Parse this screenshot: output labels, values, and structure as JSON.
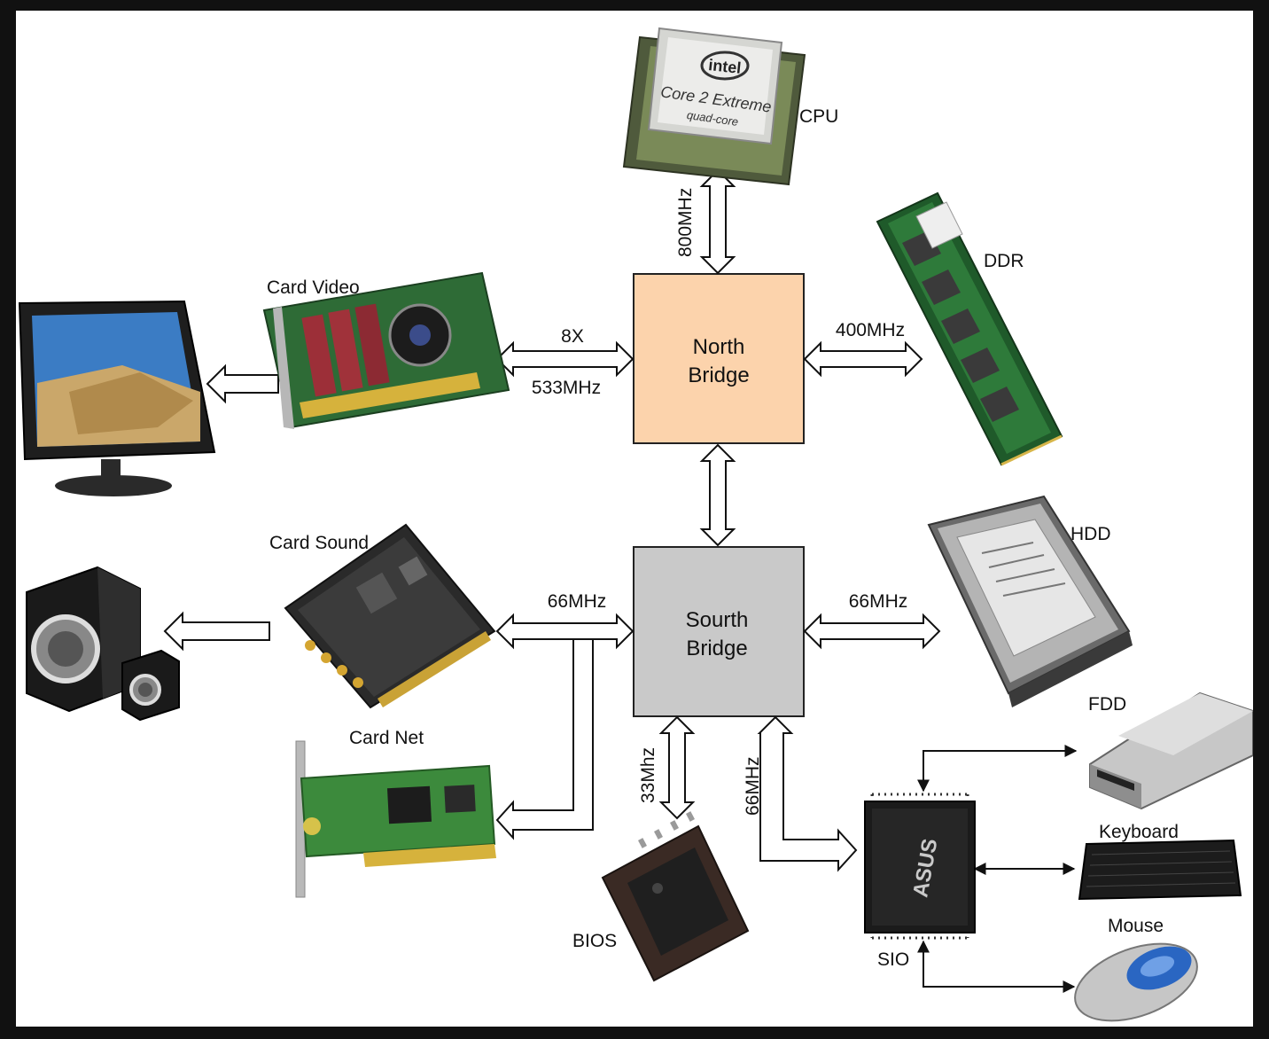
{
  "colors": {
    "north_bridge_fill": "#fcd3ac",
    "south_bridge_fill": "#c9c9c9",
    "box_stroke": "#222222",
    "arrow_stroke": "#111111",
    "background": "#ffffff",
    "frame": "#111111"
  },
  "hubs": {
    "north": {
      "line1": "North",
      "line2": "Bridge"
    },
    "south": {
      "line1": "Sourth",
      "line2": "Bridge"
    }
  },
  "components": {
    "cpu": {
      "label": "CPU",
      "icon": "cpu-chip-icon",
      "chip_brand": "intel",
      "chip_model": "Core 2 Extreme",
      "chip_sub": "quad-core"
    },
    "ddr": {
      "label": "DDR",
      "icon": "ram-module-icon"
    },
    "video": {
      "label": "Card Video",
      "icon": "graphics-card-icon"
    },
    "monitor": {
      "icon": "monitor-icon"
    },
    "sound": {
      "label": "Card Sound",
      "icon": "sound-card-icon"
    },
    "speakers": {
      "icon": "speakers-icon"
    },
    "net": {
      "label": "Card Net",
      "icon": "network-card-icon"
    },
    "hdd": {
      "label": "HDD",
      "icon": "hard-disk-icon"
    },
    "fdd": {
      "label": "FDD",
      "icon": "floppy-drive-icon"
    },
    "keyboard": {
      "label": "Keyboard",
      "icon": "keyboard-icon"
    },
    "mouse": {
      "label": "Mouse",
      "icon": "mouse-icon"
    },
    "bios": {
      "label": "BIOS",
      "icon": "bios-chip-icon"
    },
    "sio": {
      "label": "SIO",
      "icon": "sio-chip-icon",
      "chip_brand": "ASUS"
    }
  },
  "links": {
    "cpu_nb": "800MHz",
    "video_nb_top": "8X",
    "video_nb_bottom": "533MHz",
    "nb_ddr": "400MHz",
    "sb_sound": "66MHz",
    "sb_hdd": "66MHz",
    "sb_bios": "33Mhz",
    "sb_sio": "66MHz"
  }
}
